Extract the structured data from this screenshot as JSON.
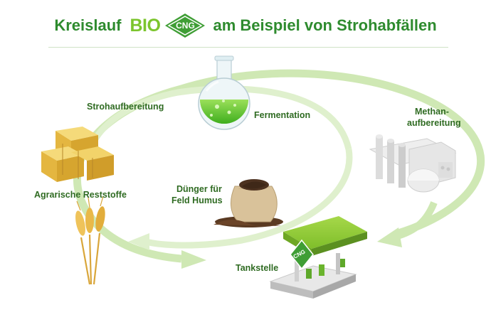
{
  "title": {
    "prefix": "Kreislauf",
    "bio": "BIO",
    "badge": "CNG",
    "suffix": "am Beispiel von Strohabfällen"
  },
  "labels": {
    "strohaufbereitung": "Strohaufbereitung",
    "fermentation": "Fermentation",
    "methan_1": "Methan-",
    "methan_2": "aufbereitung",
    "agrarische": "Agrarische Reststoffe",
    "duenger_1": "Dünger für",
    "duenger_2": "Feld Humus",
    "tankstelle": "Tankstelle",
    "station_sign": "CNG"
  },
  "colors": {
    "title_green": "#2e8b2e",
    "bio_green": "#7cc52d",
    "cycle_green": "#cfe8b4",
    "label_green": "#2f6b22"
  },
  "icons": [
    "flask-icon",
    "hay-bales-icon",
    "wheat-icon",
    "soil-sack-icon",
    "methane-plant-icon",
    "gas-station-icon"
  ]
}
